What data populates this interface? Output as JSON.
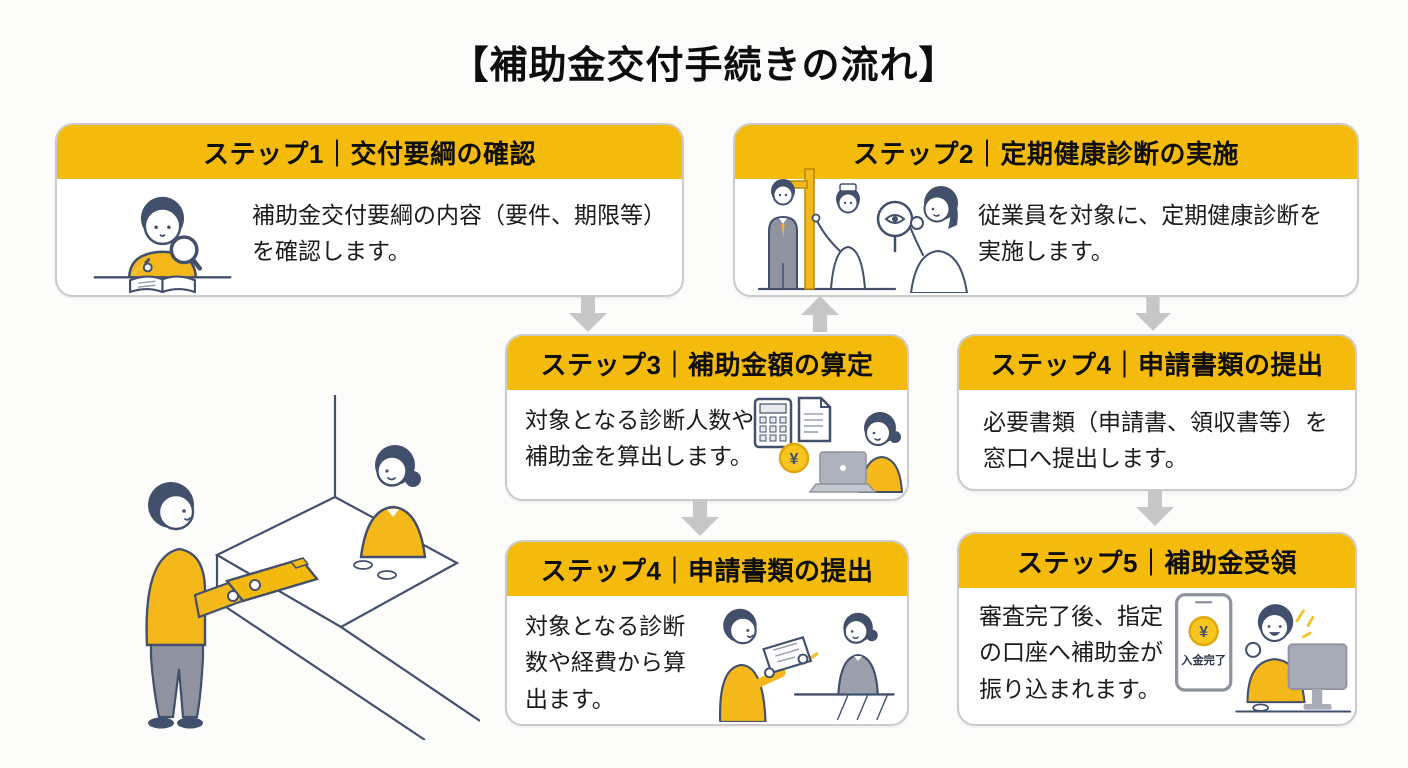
{
  "page": {
    "title": "【補助金交付手続きの流れ】"
  },
  "steps": {
    "s1": {
      "header": "ステップ1｜交付要綱の確認",
      "body": "補助金交付要綱の内容（要件、期限等）を確認します。"
    },
    "s2": {
      "header": "ステップ2｜定期健康診断の実施",
      "body": "従業員を対象に、定期健康診断を実施します。"
    },
    "s3": {
      "header": "ステップ3｜補助金額の算定",
      "body": "対象となる診断人数や補助金を算出します。"
    },
    "s4a": {
      "header": "ステップ4｜申請書類の提出",
      "body": "必要書類（申請書、領収書等）を窓口へ提出します。"
    },
    "s4b": {
      "header": "ステップ4｜申請書類の提出",
      "body": "対象となる診断数や経費から算出ます。"
    },
    "s5": {
      "header": "ステップ5｜補助金受領",
      "body": "審査完了後、指定の口座へ補助金が振り込まれます。"
    }
  },
  "illustrations": {
    "phone_label": "入金完了",
    "yen_symbol": "¥"
  },
  "colors": {
    "accent_yellow": "#F5BB0C",
    "illustration_yellow": "#F5B81A",
    "arrow_gray": "#C7C7C7",
    "box_border": "#CBCBCB",
    "background": "#FCFCFB",
    "ink": "#42506B",
    "text": "#1B1B1B"
  }
}
